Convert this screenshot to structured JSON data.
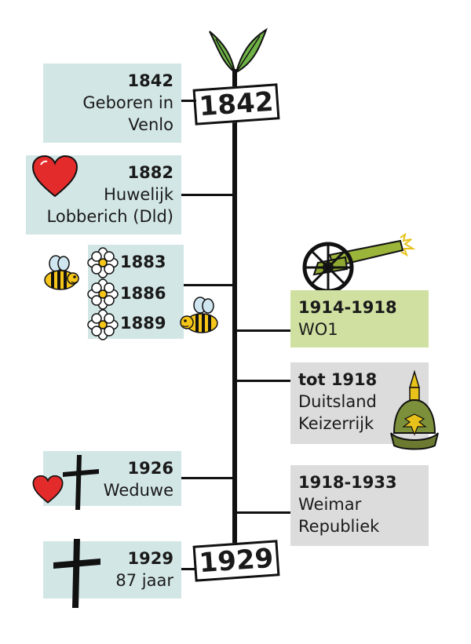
{
  "timeline": {
    "start_year": "1842",
    "end_year": "1929"
  },
  "left_events": [
    {
      "year": "1842",
      "lines": [
        "Geboren in",
        "Venlo"
      ]
    },
    {
      "year": "1882",
      "lines": [
        "Huwelijk",
        "Lobberich (Dld)"
      ]
    },
    {
      "years": [
        "1883",
        "1886",
        "1889"
      ]
    },
    {
      "year": "1926",
      "lines": [
        "Weduwe"
      ]
    },
    {
      "year": "1929",
      "lines": [
        "87 jaar"
      ]
    }
  ],
  "right_events": [
    {
      "year": "1914-1918",
      "lines": [
        "WO1"
      ]
    },
    {
      "year": "tot 1918",
      "lines": [
        "Duitsland",
        "Keizerrijk"
      ]
    },
    {
      "year": "1918-1933",
      "lines": [
        "Weimar",
        "Republiek"
      ]
    }
  ],
  "colors": {
    "left_box": "#d3e6e6",
    "war_box": "#cfe0a0",
    "history_box": "#dcdcdc",
    "axis": "#111111"
  },
  "icons": [
    "leaves-icon",
    "heart-icon",
    "bee-icon",
    "flower-icon",
    "cannon-icon",
    "pickelhaube-icon",
    "cross-icon"
  ]
}
